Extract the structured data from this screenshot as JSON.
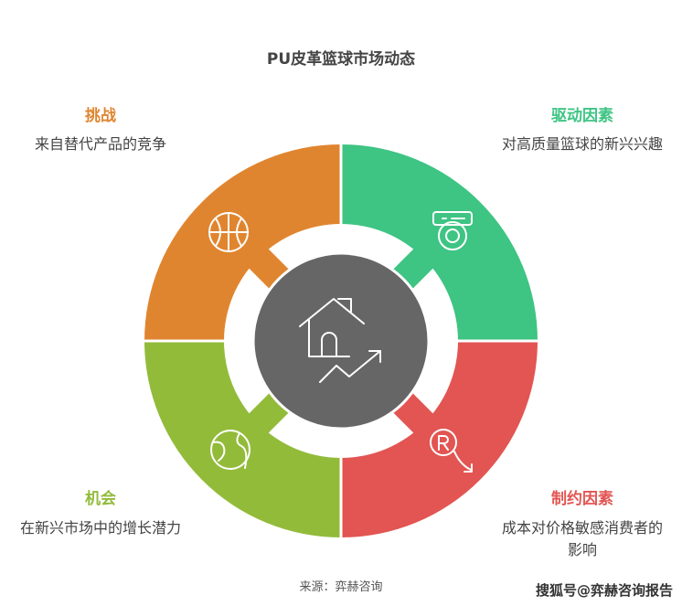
{
  "title": "PU皮革篮球市场动态",
  "quadrants": [
    {
      "heading": "挑战",
      "desc": "来自替代产品的竞争",
      "color": "#E0852F",
      "icon": "basketball-icon"
    },
    {
      "heading": "驱动因素",
      "desc": "对高质量篮球的新兴兴趣",
      "color": "#3EC483",
      "icon": "sensor-device-icon"
    },
    {
      "heading": "机会",
      "desc": "在新兴市场中的增长潜力",
      "color": "#92BB3A",
      "icon": "globe-icon"
    },
    {
      "heading": "制约因素",
      "desc": "成本对价格敏感消费者的影响",
      "color": "#E25552",
      "icon": "price-down-icon"
    }
  ],
  "center": {
    "color": "#666666",
    "icon": "house-trend-icon"
  },
  "source": "来源：弈赫咨询",
  "watermark": "搜狐号@弈赫咨询报告"
}
